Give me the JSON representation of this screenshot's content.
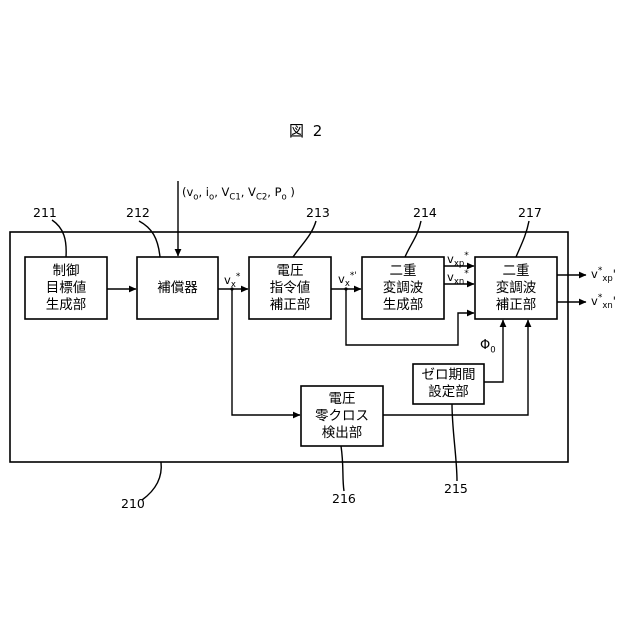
{
  "figure": {
    "title": "図 2"
  },
  "input": {
    "open": "(v",
    "vo_sub": "o",
    "i": ", i",
    "io_sub": "o",
    "vc1": ", V",
    "vc1_sub": "C1",
    "vc2": ", V",
    "vc2_sub": "C2",
    "p": ", P",
    "po_sub": "o",
    "close": " )"
  },
  "refs": {
    "r210": "210",
    "r211": "211",
    "r212": "212",
    "r213": "213",
    "r214": "214",
    "r215": "215",
    "r216": "216",
    "r217": "217"
  },
  "blocks": {
    "b211": [
      "制御",
      "目標値",
      "生成部"
    ],
    "b212": [
      "補償器"
    ],
    "b213": [
      "電圧",
      "指令値",
      "補正部"
    ],
    "b214": [
      "二重",
      "変調波",
      "生成部"
    ],
    "b215": [
      "ゼロ期間",
      "設定部"
    ],
    "b216": [
      "電圧",
      "零クロス",
      "検出部"
    ],
    "b217": [
      "二重",
      "変調波",
      "補正部"
    ]
  },
  "signals": {
    "vx_star": {
      "base": "v",
      "sub": "x",
      "sup": "*"
    },
    "vx_star_prime": {
      "base": "v",
      "sub": "x",
      "sup": "*'"
    },
    "vxp_star": {
      "base": "v",
      "sub": "xp",
      "sup": "*"
    },
    "vxn_star": {
      "base": "v",
      "sub": "xn",
      "sup": "*"
    },
    "phi0": {
      "base": "Φ",
      "sub": "0"
    },
    "out_vxp": {
      "base": "v",
      "sup": "*",
      "sub": "xp",
      "prime": "'"
    },
    "out_vxn": {
      "base": "v",
      "sup": "*",
      "sub": "xn",
      "prime": "'"
    }
  }
}
